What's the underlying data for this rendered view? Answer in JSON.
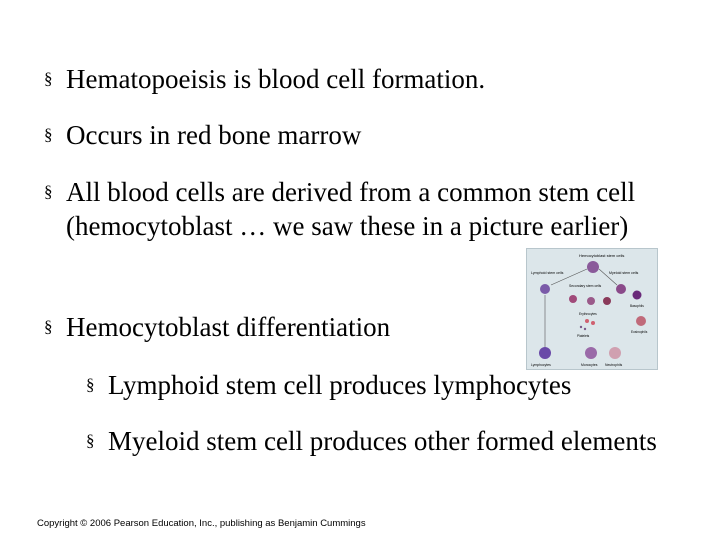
{
  "bullets": [
    "Hematopoeisis is blood cell formation.",
    "Occurs in red bone marrow",
    "All blood cells are derived from a common stem cell (hemocytoblast … we saw these in a picture earlier)",
    "Hemocytoblast differentiation"
  ],
  "sub_bullets": [
    "Lymphoid stem cell produces lymphocytes",
    "Myeloid stem cell produces other formed elements"
  ],
  "bullet_marker": "§",
  "figure": {
    "title": "Hemocytoblast stem cells",
    "lymphoid_label": "Lymphoid stem cells",
    "myeloid_label": "Myeloid stem cells",
    "secondary_label": "Secondary stem cells",
    "erythrocytes_label": "Erythrocytes",
    "platelets_label": "Platelets",
    "basophils_label": "Basophils",
    "eosinophils_label": "Eosinophils",
    "lymphocytes_label": "Lymphocytes",
    "monocytes_label": "Monocytes",
    "neutrophils_label": "Neutrophils"
  },
  "copyright": "Copyright © 2006 Pearson Education, Inc., publishing as Benjamin Cummings"
}
